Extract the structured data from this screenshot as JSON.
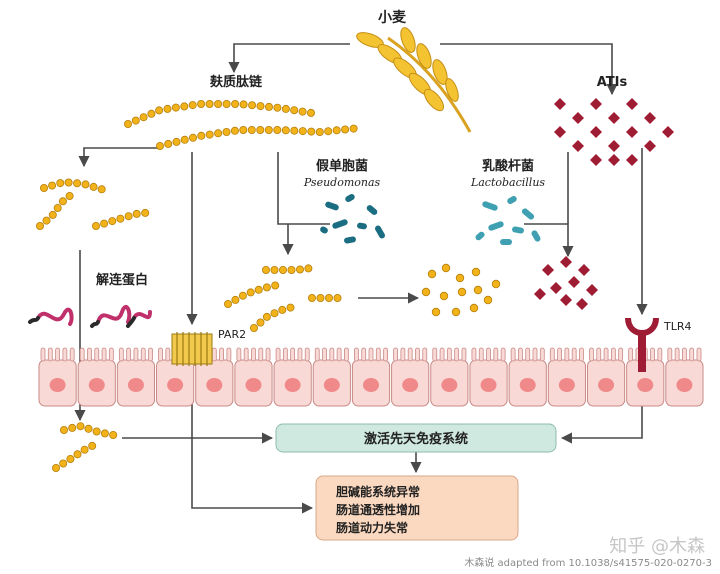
{
  "labels": {
    "wheat": "小麦",
    "gliadin": "麸质肽链",
    "atis": "ATIs",
    "pseudomonas_cn": "假单胞菌",
    "pseudomonas_latin": "Pseudomonas",
    "lactobacillus_cn": "乳酸杆菌",
    "lactobacillus_latin": "Lactobacillus",
    "elastin": "解连蛋白",
    "par2": "PAR2",
    "tlr4": "TLR4",
    "innate_immunity": "激活先天免疫系统"
  },
  "effects": [
    "胆碱能系统异常",
    "肠道通透性增加",
    "肠道动力失常"
  ],
  "watermark": {
    "credit": "木森说 adapted from 10.1038/s41575-020-0270-3",
    "zhihu": "知乎 @木森"
  },
  "colors": {
    "bead": "#f2b31a",
    "bead_stroke": "#b57f0c",
    "ati": "#9e1c34",
    "bacteria": "#1b6e82",
    "bacteria_light": "#3fa0b2",
    "elastin_dark": "#2a2a2a",
    "elastin_pink": "#c0306a",
    "cell_fill": "#f9d9d6",
    "cell_stroke": "#c98a86",
    "nucleus": "#f08a8a",
    "innate_box": "#cfe8e0",
    "effects_box": "#fbd9c0",
    "arrow": "#4a4a4a"
  }
}
